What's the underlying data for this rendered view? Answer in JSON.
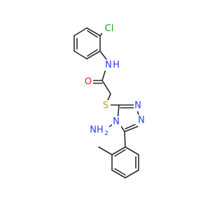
{
  "molecule": {
    "atom_labels": {
      "chlorine": "Cl",
      "amide_nitrogen": "N",
      "amide_hydrogen": "H",
      "oxygen": "O",
      "sulfur": "S",
      "triazole_n1": "N",
      "triazole_n2": "N",
      "triazole_n3": "N",
      "amino": "NH",
      "amino_h2": "2"
    },
    "colors": {
      "bond": "#2b2b2b",
      "carbon": "#2b2b2b",
      "nitrogen": "#2a3cf0",
      "oxygen": "#ee1c1c",
      "sulfur": "#b8a800",
      "chlorine": "#1fa01f"
    }
  }
}
